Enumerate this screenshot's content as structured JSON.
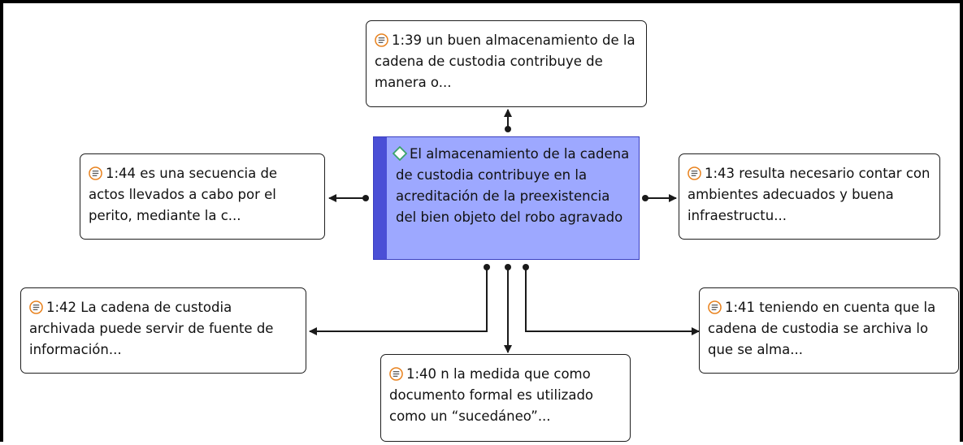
{
  "center": {
    "text": "El almacenamiento de la cadena de custodia contribuye en la acreditación de la preexistencia del bien objeto del robo agravado",
    "icon": "diamond-code-icon"
  },
  "quotes": [
    {
      "id": "q139",
      "text": "1:39 un buen almacenamiento de la cadena de custodia contribuye de manera o..."
    },
    {
      "id": "q144",
      "text": "1:44 es una secuencia de actos llevados a cabo por el perito, mediante la c..."
    },
    {
      "id": "q143",
      "text": "1:43 resulta necesario contar con ambientes adecuados y buena infraestructu..."
    },
    {
      "id": "q142",
      "text": "1:42 La cadena de custodia archivada puede servir de fuente de información..."
    },
    {
      "id": "q141",
      "text": "1:41 teniendo en cuenta que la cadena de custodia se archiva lo que se alma..."
    },
    {
      "id": "q140",
      "text": "1:40 n la medida que como documento formal es utilizado como un “sucedáneo”..."
    }
  ],
  "icons": {
    "quote": "quotation-document-icon"
  },
  "colors": {
    "center_fill": "#9da8ff",
    "center_bar": "#4a4fd6",
    "quote_icon": "#e8821e",
    "link": "#1a1a1a"
  }
}
